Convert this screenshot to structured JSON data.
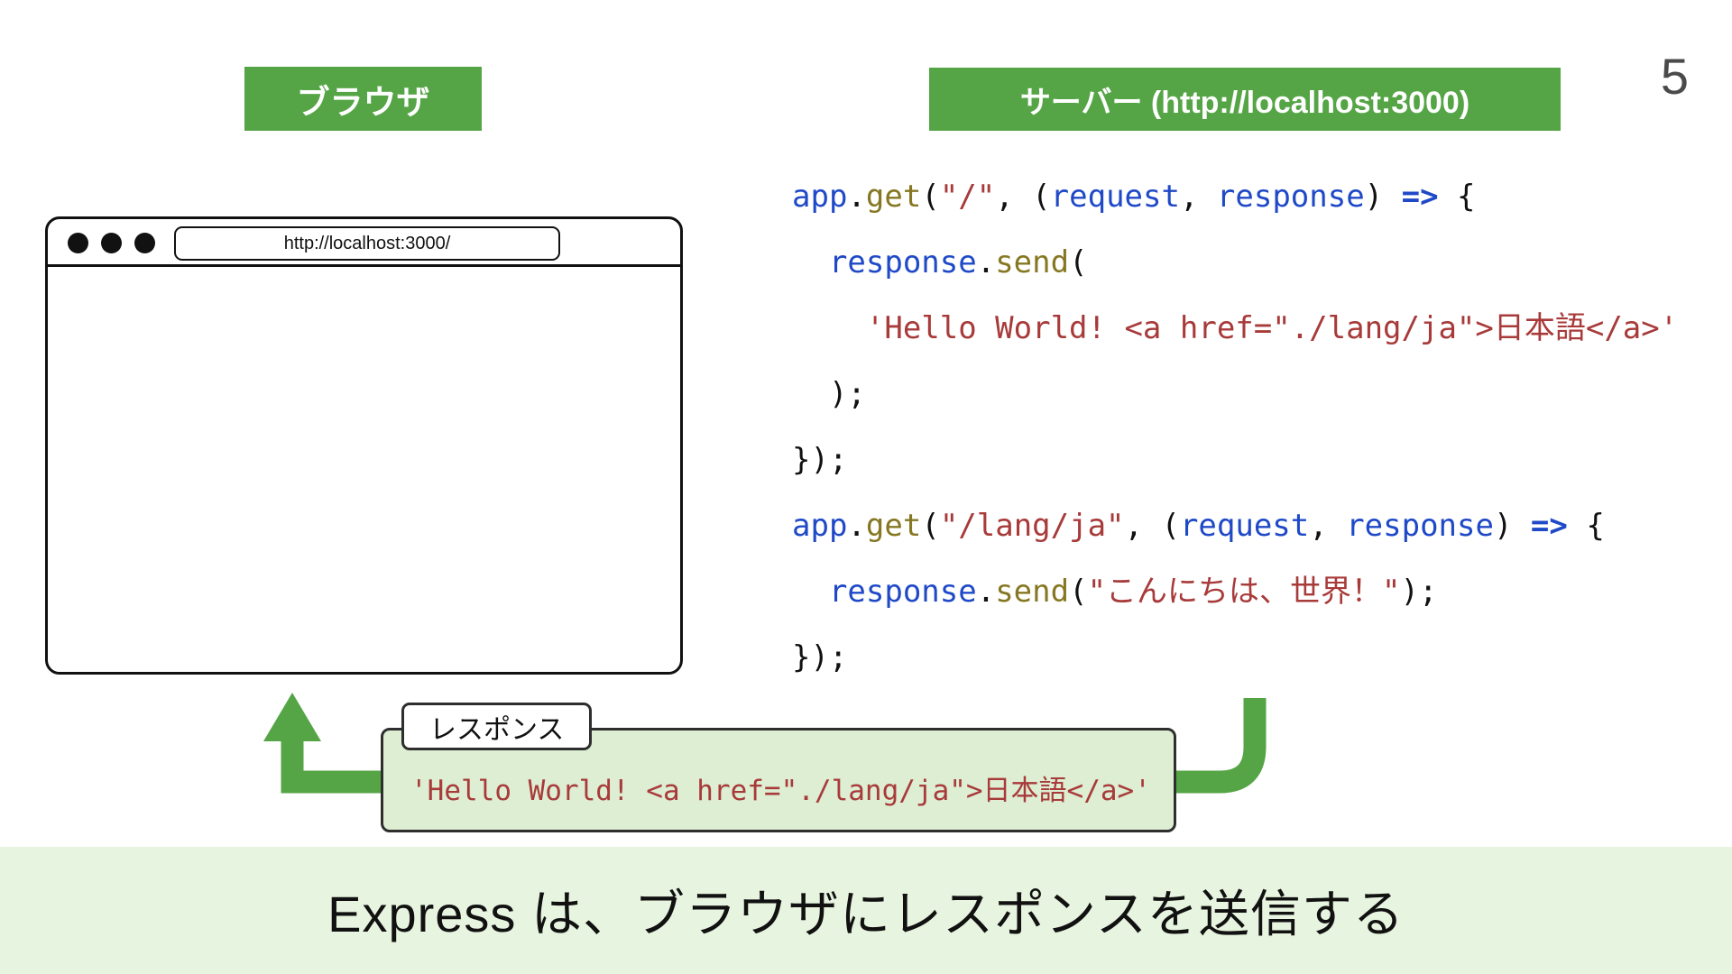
{
  "page": {
    "number": "5",
    "caption": "Express は、ブラウザにレスポンスを送信する"
  },
  "labels": {
    "browser": "ブラウザ",
    "server": "サーバー (http://localhost:3000)"
  },
  "browser_window": {
    "url": "http://localhost:3000/"
  },
  "code": {
    "lines": [
      [
        {
          "t": "app",
          "c": "blue"
        },
        {
          "t": ".",
          "c": "plain"
        },
        {
          "t": "get",
          "c": "olive"
        },
        {
          "t": "(",
          "c": "plain"
        },
        {
          "t": "\"/\"",
          "c": "red"
        },
        {
          "t": ", (",
          "c": "plain"
        },
        {
          "t": "request",
          "c": "blue"
        },
        {
          "t": ", ",
          "c": "plain"
        },
        {
          "t": "response",
          "c": "blue"
        },
        {
          "t": ") ",
          "c": "plain"
        },
        {
          "t": "=>",
          "c": "arrow"
        },
        {
          "t": " {",
          "c": "plain"
        }
      ],
      [
        {
          "t": "  ",
          "c": "plain"
        },
        {
          "t": "response",
          "c": "blue"
        },
        {
          "t": ".",
          "c": "plain"
        },
        {
          "t": "send",
          "c": "olive"
        },
        {
          "t": "(",
          "c": "plain"
        }
      ],
      [
        {
          "t": "    ",
          "c": "plain"
        },
        {
          "t": "'Hello World! <a href=\"./lang/ja\">日本語</a>'",
          "c": "red"
        }
      ],
      [
        {
          "t": "  );",
          "c": "plain"
        }
      ],
      [
        {
          "t": "});",
          "c": "plain"
        }
      ],
      [
        {
          "t": "app",
          "c": "blue"
        },
        {
          "t": ".",
          "c": "plain"
        },
        {
          "t": "get",
          "c": "olive"
        },
        {
          "t": "(",
          "c": "plain"
        },
        {
          "t": "\"/lang/ja\"",
          "c": "red"
        },
        {
          "t": ", (",
          "c": "plain"
        },
        {
          "t": "request",
          "c": "blue"
        },
        {
          "t": ", ",
          "c": "plain"
        },
        {
          "t": "response",
          "c": "blue"
        },
        {
          "t": ") ",
          "c": "plain"
        },
        {
          "t": "=>",
          "c": "arrow"
        },
        {
          "t": " {",
          "c": "plain"
        }
      ],
      [
        {
          "t": "  ",
          "c": "plain"
        },
        {
          "t": "response",
          "c": "blue"
        },
        {
          "t": ".",
          "c": "plain"
        },
        {
          "t": "send",
          "c": "olive"
        },
        {
          "t": "(",
          "c": "plain"
        },
        {
          "t": "\"こんにちは、世界！\"",
          "c": "red"
        },
        {
          "t": ");",
          "c": "plain"
        }
      ],
      [
        {
          "t": "});",
          "c": "plain"
        }
      ]
    ]
  },
  "response_box": {
    "label": "レスポンス",
    "content": "'Hello World! <a href=\"./lang/ja\">日本語</a>'"
  },
  "colors": {
    "accent_green": "#55a546",
    "light_green": "#e7f4df",
    "box_green": "#ddeed3",
    "code_blue": "#1f49c7",
    "code_olive": "#867722",
    "code_red": "#a83a3a",
    "code_plain": "#111111"
  }
}
